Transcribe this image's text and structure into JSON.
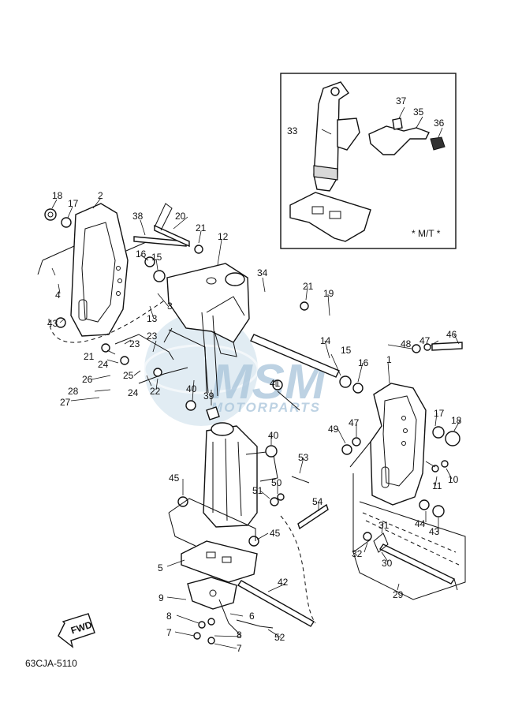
{
  "diagram": {
    "code": "63CJA-5110",
    "fwd_label": "FWD",
    "inset_label": "* M/T *",
    "watermark": {
      "brand": "MSM",
      "sub": "MOTORPARTS",
      "color": "#a8c4da"
    },
    "part_numbers": [
      "1",
      "2",
      "3",
      "4",
      "5",
      "6",
      "7",
      "7",
      "8",
      "8",
      "9",
      "10",
      "11",
      "12",
      "13",
      "14",
      "15",
      "15",
      "16",
      "16",
      "17",
      "17",
      "18",
      "18",
      "19",
      "20",
      "21",
      "21",
      "21",
      "22",
      "23",
      "23",
      "24",
      "24",
      "25",
      "26",
      "27",
      "28",
      "29",
      "30",
      "31",
      "32",
      "33",
      "34",
      "35",
      "36",
      "37",
      "38",
      "39",
      "40",
      "40",
      "41",
      "42",
      "43",
      "43",
      "44",
      "45",
      "45",
      "46",
      "47",
      "47",
      "48",
      "49",
      "50",
      "51",
      "52",
      "53",
      "54"
    ]
  }
}
